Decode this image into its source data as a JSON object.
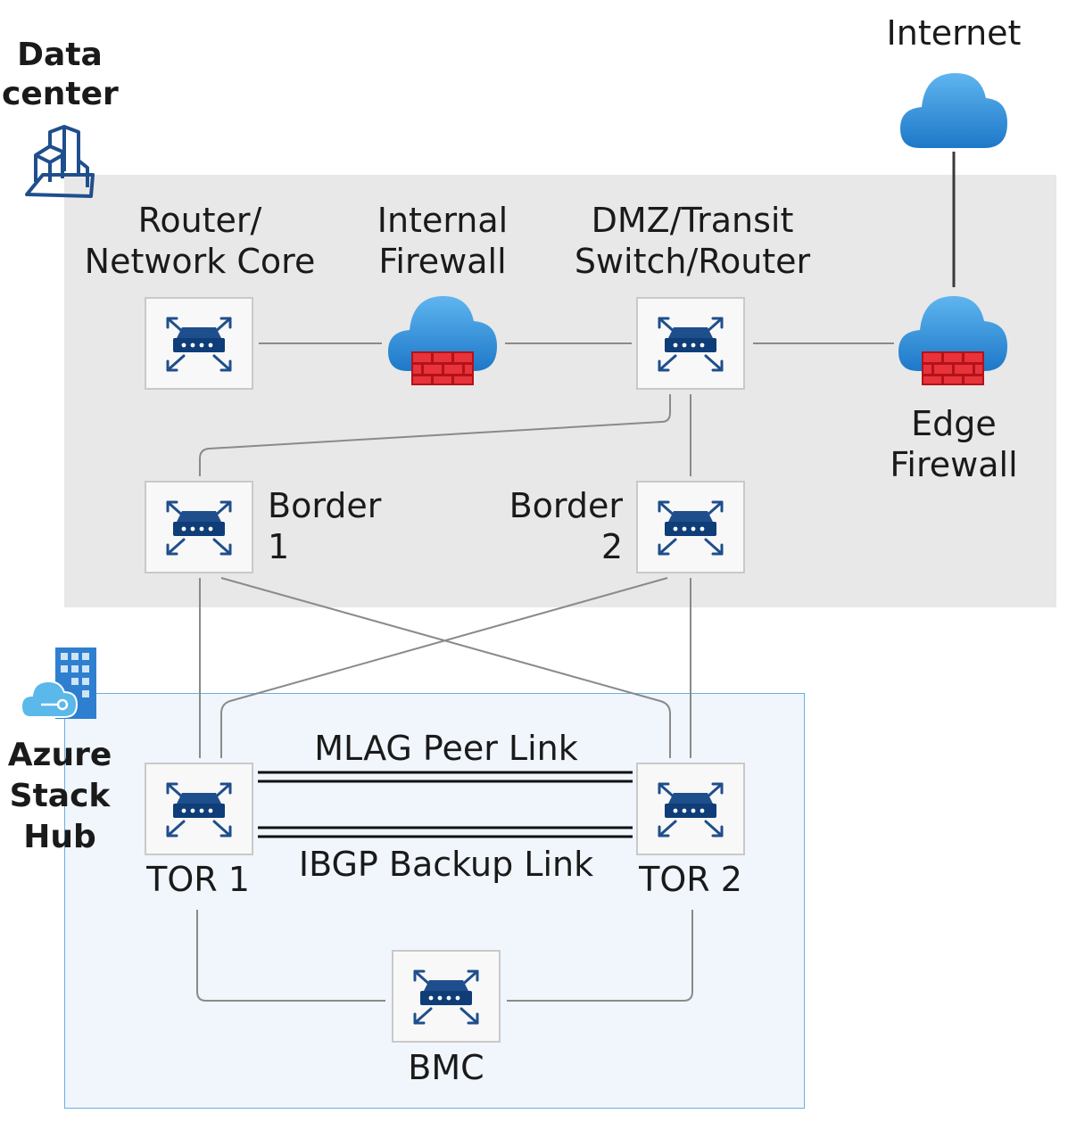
{
  "regions": {
    "data_center": {
      "line1": "Data",
      "line2": "center"
    },
    "azure_stack_hub": {
      "line1": "Azure",
      "line2": "Stack",
      "line3": "Hub"
    }
  },
  "nodes": {
    "internet": {
      "label": "Internet"
    },
    "router_core": {
      "line1": "Router/",
      "line2": "Network Core"
    },
    "internal_firewall": {
      "line1": "Internal",
      "line2": "Firewall"
    },
    "dmz_router": {
      "line1": "DMZ/Transit",
      "line2": "Switch/Router"
    },
    "edge_firewall": {
      "line1": "Edge",
      "line2": "Firewall"
    },
    "border1": {
      "line1": "Border",
      "line2": "1"
    },
    "border2": {
      "line1": "Border",
      "line2": "2"
    },
    "tor1": {
      "label": "TOR 1"
    },
    "tor2": {
      "label": "TOR 2"
    },
    "bmc": {
      "label": "BMC"
    }
  },
  "links": {
    "mlag": "MLAG Peer Link",
    "ibgp": "IBGP Backup Link"
  },
  "colors": {
    "dc_background": "#e8e8e8",
    "ash_border": "#6aaee0",
    "switch_blue": "#1f4e8c",
    "cloud_blue": "#2f8fd8",
    "firewall_red": "#d9252b",
    "link_gray": "#888888"
  }
}
